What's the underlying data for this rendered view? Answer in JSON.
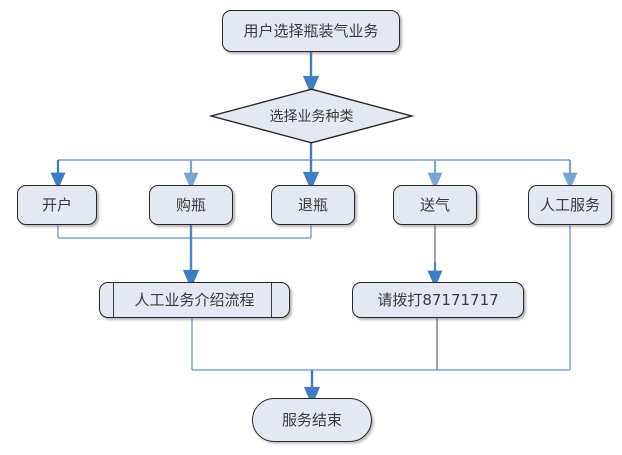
{
  "diagram": {
    "type": "flowchart",
    "title_text": "",
    "language": "zh-CN",
    "colors": {
      "node_fill": "#e3e8f2",
      "node_stroke": "#26262b",
      "text": "#3a3a3a",
      "connector_primary": "#4a7ebb",
      "connector_secondary": "#9dbbdd",
      "background": "#ffffff"
    },
    "nodes": {
      "start": {
        "id": "start",
        "shape": "rounded-rectangle",
        "label": "用户选择瓶装气业务"
      },
      "decision": {
        "id": "decision",
        "shape": "diamond",
        "label": "选择业务种类"
      },
      "options": [
        {
          "id": "open-account",
          "shape": "rounded-rectangle",
          "label": "开户"
        },
        {
          "id": "buy-bottle",
          "shape": "rounded-rectangle",
          "label": "购瓶"
        },
        {
          "id": "return-bottle",
          "shape": "rounded-rectangle",
          "label": "退瓶"
        },
        {
          "id": "deliver-gas",
          "shape": "rounded-rectangle",
          "label": "送气"
        },
        {
          "id": "manual-service",
          "shape": "rounded-rectangle",
          "label": "人工服务"
        }
      ],
      "manual_process": {
        "id": "manual-process",
        "shape": "predefined-process",
        "label": "人工业务介绍流程"
      },
      "call_notice": {
        "id": "call-notice",
        "shape": "rounded-rectangle",
        "label": "请拨打87171717",
        "phone": "87171717",
        "prefix": "请拨打"
      },
      "end": {
        "id": "end",
        "shape": "stadium",
        "label": "服务结束"
      }
    },
    "edges": [
      {
        "from": "start",
        "to": "decision",
        "label": ""
      },
      {
        "from": "decision",
        "to": "open-account",
        "label": ""
      },
      {
        "from": "decision",
        "to": "buy-bottle",
        "label": ""
      },
      {
        "from": "decision",
        "to": "return-bottle",
        "label": ""
      },
      {
        "from": "decision",
        "to": "deliver-gas",
        "label": ""
      },
      {
        "from": "decision",
        "to": "manual-service",
        "label": ""
      },
      {
        "from": "open-account",
        "to": "manual-process",
        "label": ""
      },
      {
        "from": "buy-bottle",
        "to": "manual-process",
        "label": ""
      },
      {
        "from": "return-bottle",
        "to": "manual-process",
        "label": ""
      },
      {
        "from": "deliver-gas",
        "to": "call-notice",
        "label": ""
      },
      {
        "from": "manual-process",
        "to": "end",
        "label": ""
      },
      {
        "from": "call-notice",
        "to": "end",
        "label": ""
      },
      {
        "from": "manual-service",
        "to": "end",
        "label": ""
      }
    ]
  }
}
